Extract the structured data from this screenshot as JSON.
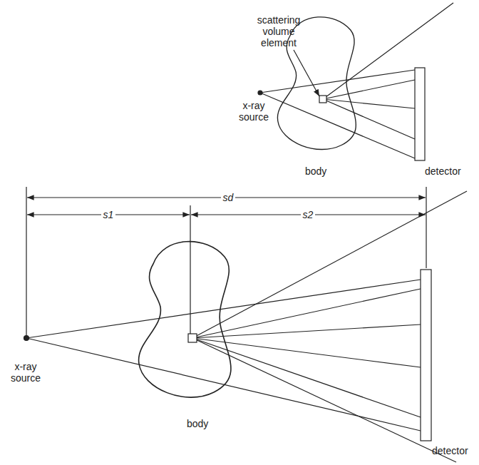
{
  "diagram": {
    "labels": [
      "scattering volume element",
      "x-ray source",
      "body",
      "detector",
      "sd",
      "s1",
      "s2",
      "x-ray source",
      "body",
      "detector"
    ]
  }
}
